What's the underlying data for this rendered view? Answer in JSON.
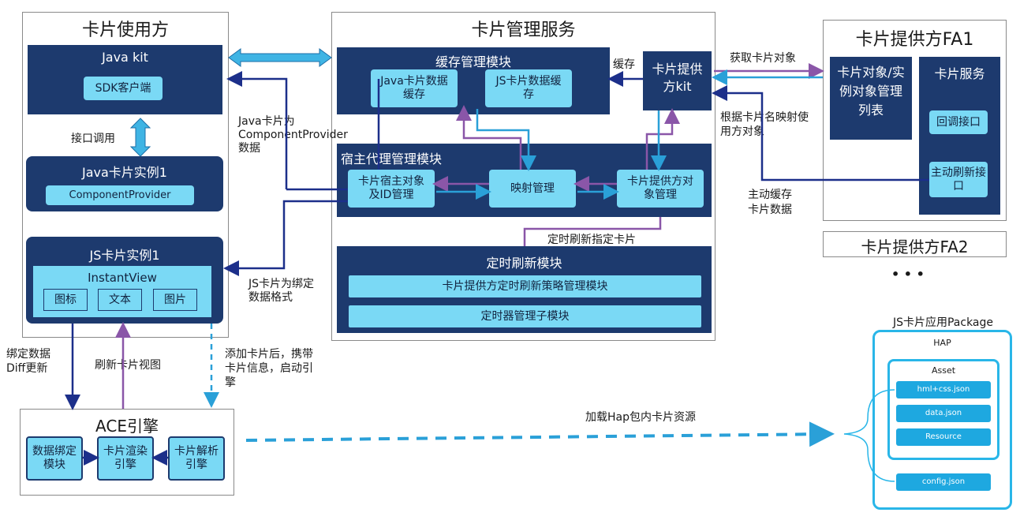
{
  "consumer": {
    "title": "卡片使用方",
    "java_kit": "Java kit",
    "sdk_client": "SDK客户端",
    "interface_call": "接口调用",
    "java_instance": "Java卡片实例1",
    "component_provider": "ComponentProvider",
    "js_instance": "JS卡片实例1",
    "instant_view": "InstantView",
    "icon_item": "图标",
    "text_item": "文本",
    "image_item": "图片"
  },
  "manager": {
    "title": "卡片管理服务",
    "cache_module": "缓存管理模块",
    "java_cache": "Java卡片数据缓存",
    "js_cache": "JS卡片数据缓存",
    "provider_kit": "卡片提供方kit",
    "cache_label": "缓存",
    "proxy_module": "宿主代理管理模块",
    "host_obj": "卡片宿主对象及ID管理",
    "mapping": "映射管理",
    "provider_obj": "卡片提供方对象管理",
    "timer_module": "定时刷新模块",
    "strategy": "卡片提供方定时刷新策略管理模块",
    "timer_sub": "定时器管理子模块",
    "timed_refresh_label": "定时刷新指定卡片"
  },
  "provider1": {
    "title": "卡片提供方FA1",
    "list": "卡片对象/实例对象管理列表",
    "service": "卡片服务",
    "callback": "回调接口",
    "active_refresh": "主动刷新接口"
  },
  "provider2": {
    "title": "卡片提供方FA2",
    "ellipsis": "• • •"
  },
  "labels": {
    "java_component": "Java卡片为ComponentProvider数据",
    "js_bind": "JS卡片为绑定数据格式",
    "get_obj": "获取卡片对象",
    "map_obj": "根据卡片名映射使用方对象",
    "active_cache": "主动缓存卡片数据",
    "bind_diff": "绑定数据Diff更新",
    "refresh_view": "刷新卡片视图",
    "add_card": "添加卡片后，携带卡片信息，启动引擎",
    "load_hap": "加载Hap包内卡片资源"
  },
  "ace": {
    "title": "ACE引擎",
    "data_bind": "数据绑定模块",
    "render": "卡片渲染引擎",
    "parse": "卡片解析引擎"
  },
  "package": {
    "title": "JS卡片应用Package",
    "hap": "HAP",
    "asset": "Asset",
    "hml": "hml+css.json",
    "data": "data.json",
    "resource": "Resource",
    "config": "config.json"
  },
  "colors": {
    "navy": "#1d3a6e",
    "cyan": "#7ad9f5",
    "purple": "#8a56a8",
    "arrow_blue": "#2aa0d8",
    "dark_arrow": "#1c2f8a"
  }
}
